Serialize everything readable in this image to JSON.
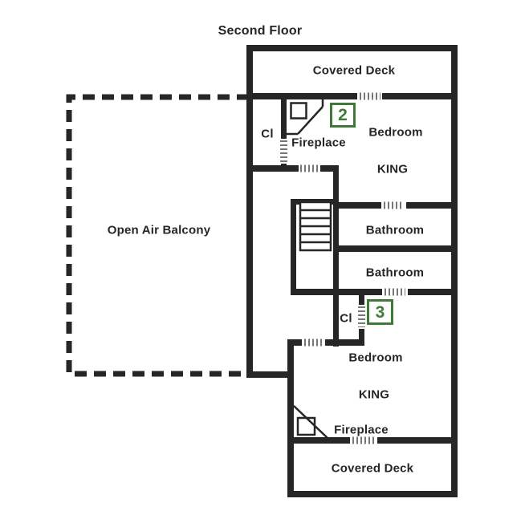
{
  "title": "Second Floor",
  "colors": {
    "wall": "#262626",
    "marker_green": "#3e7b37",
    "door_hatch": "#777777",
    "background": "#ffffff"
  },
  "labels": {
    "covered_deck_top": "Covered Deck",
    "closet_top": "Cl",
    "fireplace_top": "Fireplace",
    "bedroom_top": "Bedroom",
    "bed_top": "KING",
    "bathroom_upper": "Bathroom",
    "bathroom_lower": "Bathroom",
    "closet_bottom": "Cl",
    "bedroom_bottom": "Bedroom",
    "bed_bottom": "KING",
    "fireplace_bottom": "Fireplace",
    "covered_deck_bottom": "Covered Deck",
    "open_air_balcony": "Open Air Balcony"
  },
  "markers": {
    "bedroom_top_number": "2",
    "bedroom_bottom_number": "3"
  }
}
